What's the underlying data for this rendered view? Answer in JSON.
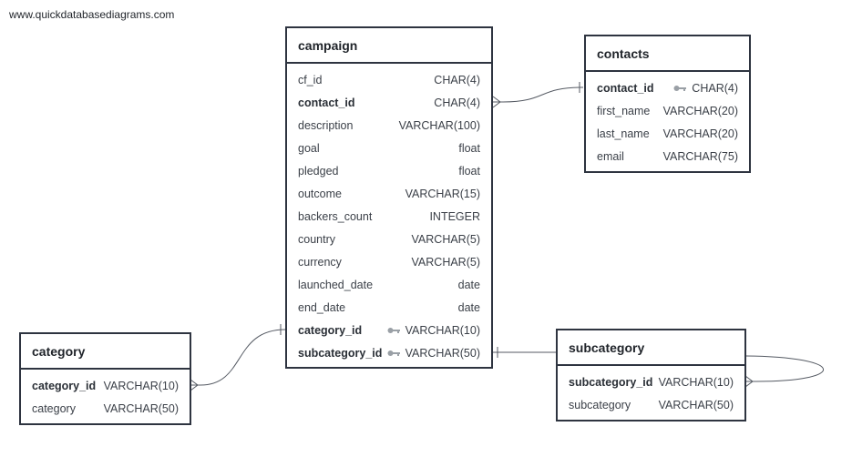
{
  "watermark": "www.quickdatabasediagrams.com",
  "tables": {
    "campaign": {
      "title": "campaign",
      "fields": [
        {
          "name": "cf_id",
          "type": "CHAR(4)",
          "bold": false,
          "key": false
        },
        {
          "name": "contact_id",
          "type": "CHAR(4)",
          "bold": true,
          "key": false
        },
        {
          "name": "description",
          "type": "VARCHAR(100)",
          "bold": false,
          "key": false
        },
        {
          "name": "goal",
          "type": "float",
          "bold": false,
          "key": false
        },
        {
          "name": "pledged",
          "type": "float",
          "bold": false,
          "key": false
        },
        {
          "name": "outcome",
          "type": "VARCHAR(15)",
          "bold": false,
          "key": false
        },
        {
          "name": "backers_count",
          "type": "INTEGER",
          "bold": false,
          "key": false
        },
        {
          "name": "country",
          "type": "VARCHAR(5)",
          "bold": false,
          "key": false
        },
        {
          "name": "currency",
          "type": "VARCHAR(5)",
          "bold": false,
          "key": false
        },
        {
          "name": "launched_date",
          "type": "date",
          "bold": false,
          "key": false
        },
        {
          "name": "end_date",
          "type": "date",
          "bold": false,
          "key": false
        },
        {
          "name": "category_id",
          "type": "VARCHAR(10)",
          "bold": true,
          "key": true
        },
        {
          "name": "subcategory_id",
          "type": "VARCHAR(50)",
          "bold": true,
          "key": true
        }
      ]
    },
    "contacts": {
      "title": "contacts",
      "fields": [
        {
          "name": "contact_id",
          "type": "CHAR(4)",
          "bold": true,
          "key": true
        },
        {
          "name": "first_name",
          "type": "VARCHAR(20)",
          "bold": false,
          "key": false
        },
        {
          "name": "last_name",
          "type": "VARCHAR(20)",
          "bold": false,
          "key": false
        },
        {
          "name": "email",
          "type": "VARCHAR(75)",
          "bold": false,
          "key": false
        }
      ]
    },
    "category": {
      "title": "category",
      "fields": [
        {
          "name": "category_id",
          "type": "VARCHAR(10)",
          "bold": true,
          "key": false
        },
        {
          "name": "category",
          "type": "VARCHAR(50)",
          "bold": false,
          "key": false
        }
      ]
    },
    "subcategory": {
      "title": "subcategory",
      "fields": [
        {
          "name": "subcategory_id",
          "type": "VARCHAR(10)",
          "bold": true,
          "key": false
        },
        {
          "name": "subcategory",
          "type": "VARCHAR(50)",
          "bold": false,
          "key": false
        }
      ]
    }
  },
  "colors": {
    "border": "#2e3440",
    "line": "#555a63",
    "key_icon": "#9aa0a6"
  },
  "icons": {
    "key": "key-icon"
  }
}
